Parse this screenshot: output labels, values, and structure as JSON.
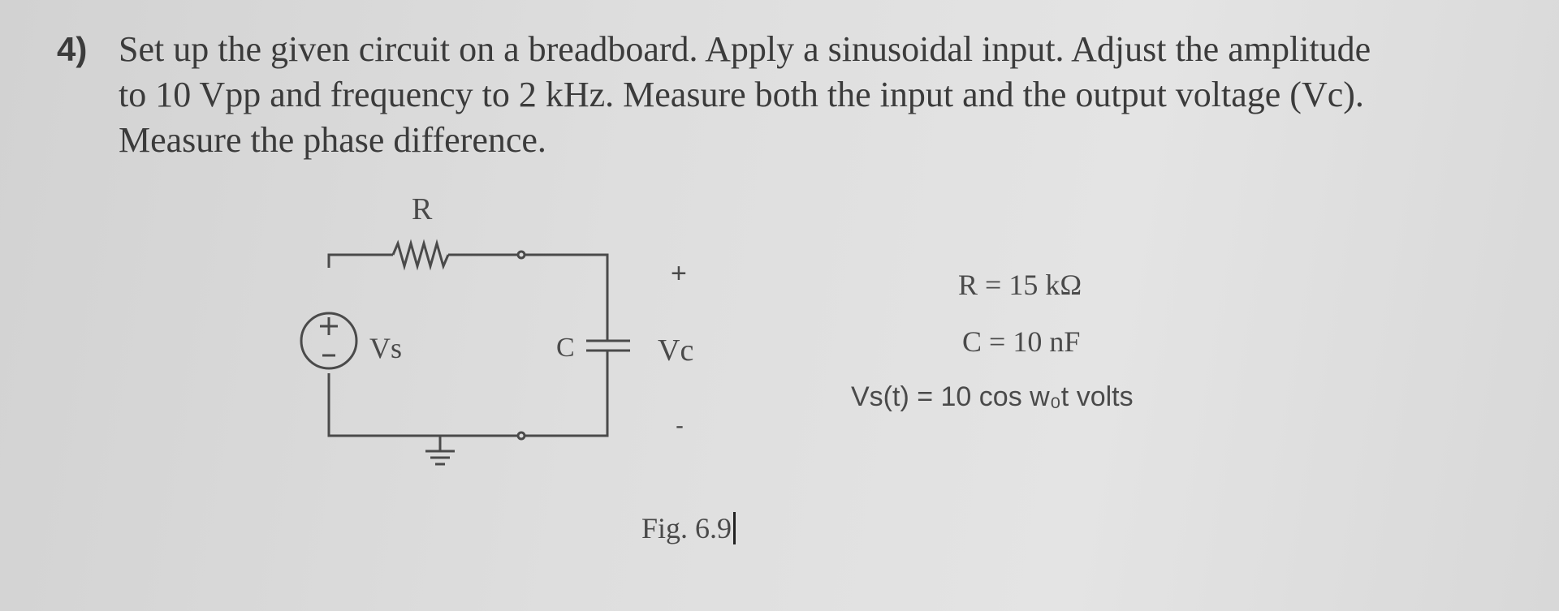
{
  "problem": {
    "number": "4)",
    "line1": "Set up the given circuit on a breadboard. Apply a sinusoidal input. Adjust the amplitude",
    "line2": "to 10 Vpp and frequency to 2 kHz. Measure both the input and the output voltage (Vc).",
    "line3": "Measure the phase difference."
  },
  "circuit": {
    "resistor_label": "R",
    "source_label": "Vs",
    "capacitor_label": "C",
    "plus_sign": "+",
    "output_label": "Vc",
    "minus_sign": "-"
  },
  "figure_caption": "Fig. 6.9",
  "parameters": {
    "resistance": "R = 15 kΩ",
    "capacitance": "C = 10 nF",
    "source_function": "Vs(t) =  10 cos w₀t  volts"
  },
  "colors": {
    "ink": "#3b3b3b",
    "paper": "#dedede"
  }
}
